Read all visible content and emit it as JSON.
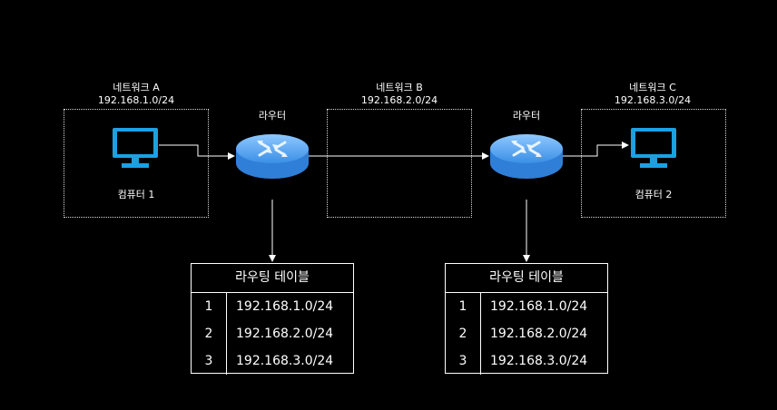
{
  "networks": [
    {
      "name": "네트워크 A",
      "subnet": "192.168.1.0/24"
    },
    {
      "name": "네트워크 B",
      "subnet": "192.168.2.0/24"
    },
    {
      "name": "네트워크 C",
      "subnet": "192.168.3.0/24"
    }
  ],
  "routers": [
    {
      "label": "라우터"
    },
    {
      "label": "라우터"
    }
  ],
  "computers": [
    {
      "label": "컴퓨터 1",
      "icon": "monitor-icon"
    },
    {
      "label": "컴퓨터 2",
      "icon": "monitor-icon"
    }
  ],
  "routing_tables": [
    {
      "title": "라우팅 테이블",
      "rows": [
        {
          "num": "1",
          "addr": "192.168.1.0/24"
        },
        {
          "num": "2",
          "addr": "192.168.2.0/24"
        },
        {
          "num": "3",
          "addr": "192.168.3.0/24"
        }
      ]
    },
    {
      "title": "라우팅 테이블",
      "rows": [
        {
          "num": "1",
          "addr": "192.168.1.0/24"
        },
        {
          "num": "2",
          "addr": "192.168.2.0/24"
        },
        {
          "num": "3",
          "addr": "192.168.3.0/24"
        }
      ]
    }
  ],
  "colors": {
    "background": "#000000",
    "monitor": "#1ba1e2",
    "router": "#4fa3f0",
    "line": "#ffffff"
  }
}
